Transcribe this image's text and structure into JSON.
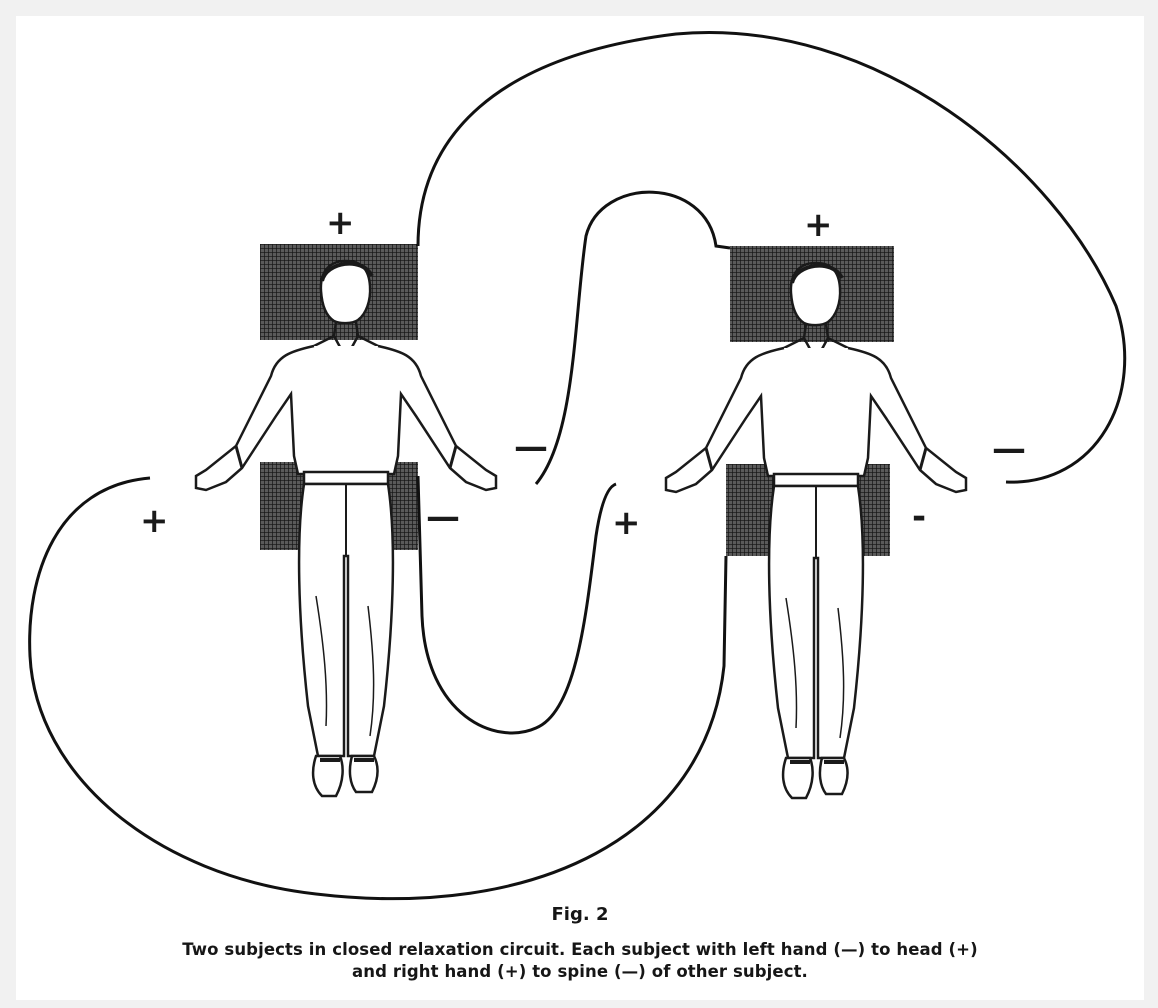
{
  "figure": {
    "label": "Fig. 2",
    "caption_line1": "Two subjects in closed relaxation circuit.   Each subject with left hand (—) to head (+)",
    "caption_line2": "and right hand (+) to spine (—) of other subject."
  },
  "signs": {
    "head_left": "+",
    "head_right": "+",
    "hand_left_subject_left": "+",
    "hand_right_subject_left": "—",
    "spine_left": "—",
    "hand_left_subject_right": "+",
    "hand_right_subject_right": "—",
    "spine_right": "-"
  },
  "colors": {
    "ink": "#1a1a1a",
    "paper": "#ffffff",
    "border": "#f1f1f1"
  }
}
